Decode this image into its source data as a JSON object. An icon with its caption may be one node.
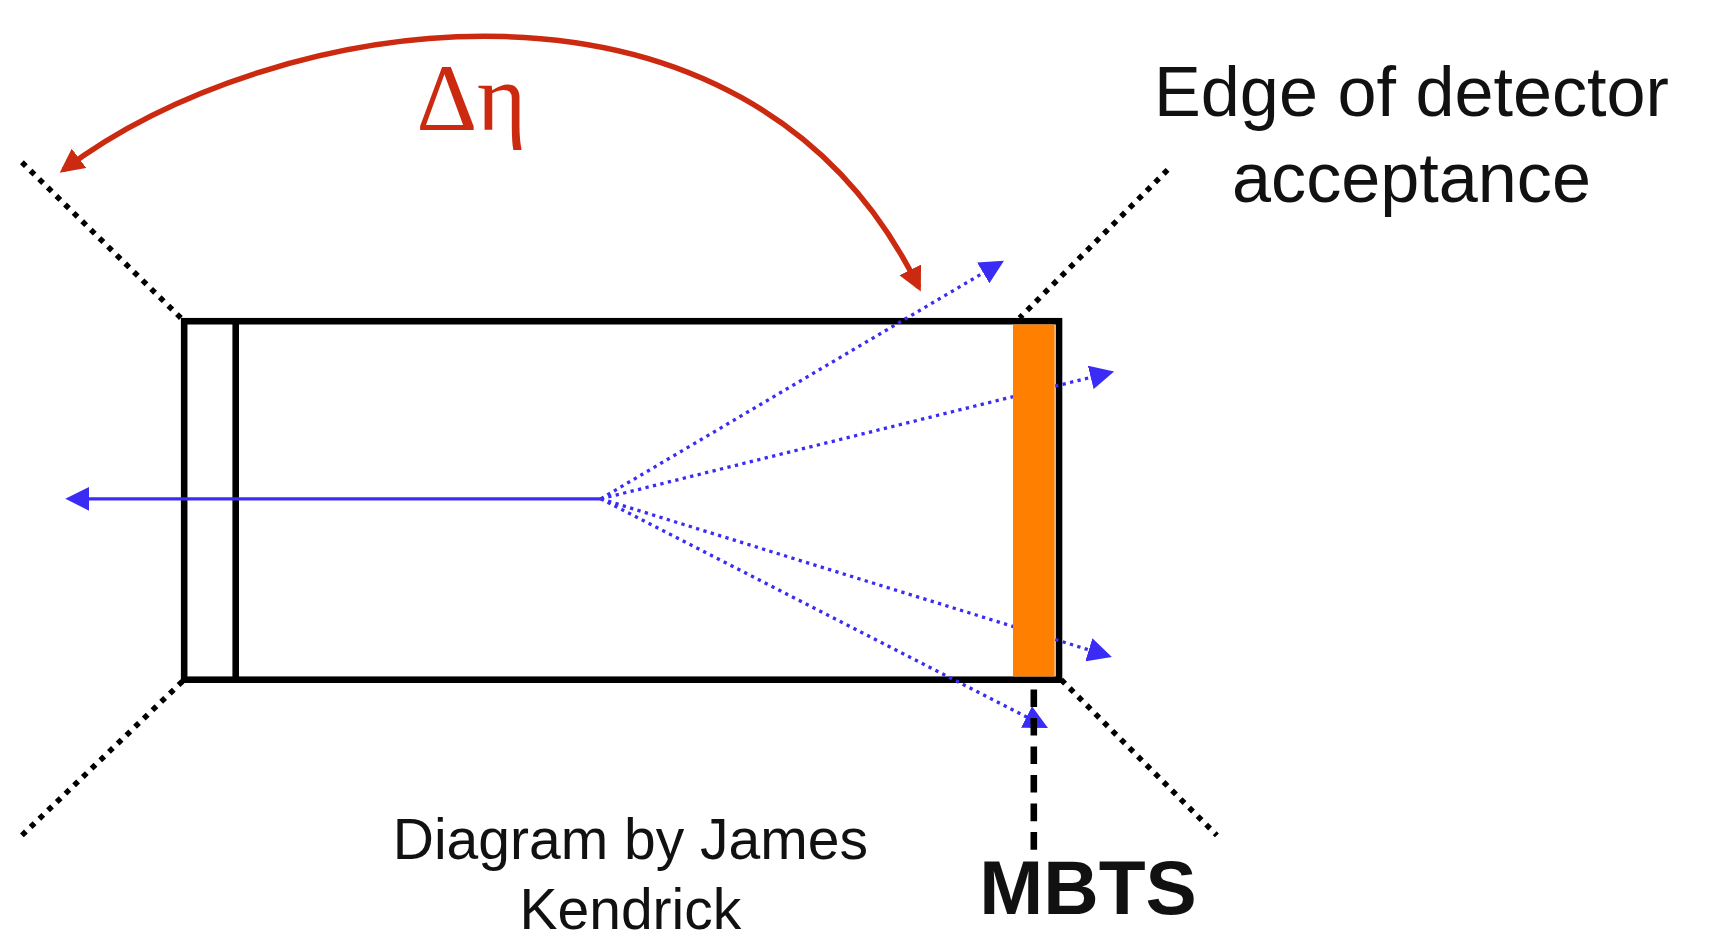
{
  "diagram": {
    "nodes": [
      {
        "text": [
          "MBTS"
        ]
      },
      {
        "text": [],
        "shape": "bar"
      }
    ],
    "edges": [
      {
        "from": 0,
        "to": 1,
        "arrow": "none",
        "style": "dashed"
      }
    ],
    "labels": [
      "Δη",
      "Edge of detector acceptance",
      "Diagram by James Kendrick"
    ]
  }
}
